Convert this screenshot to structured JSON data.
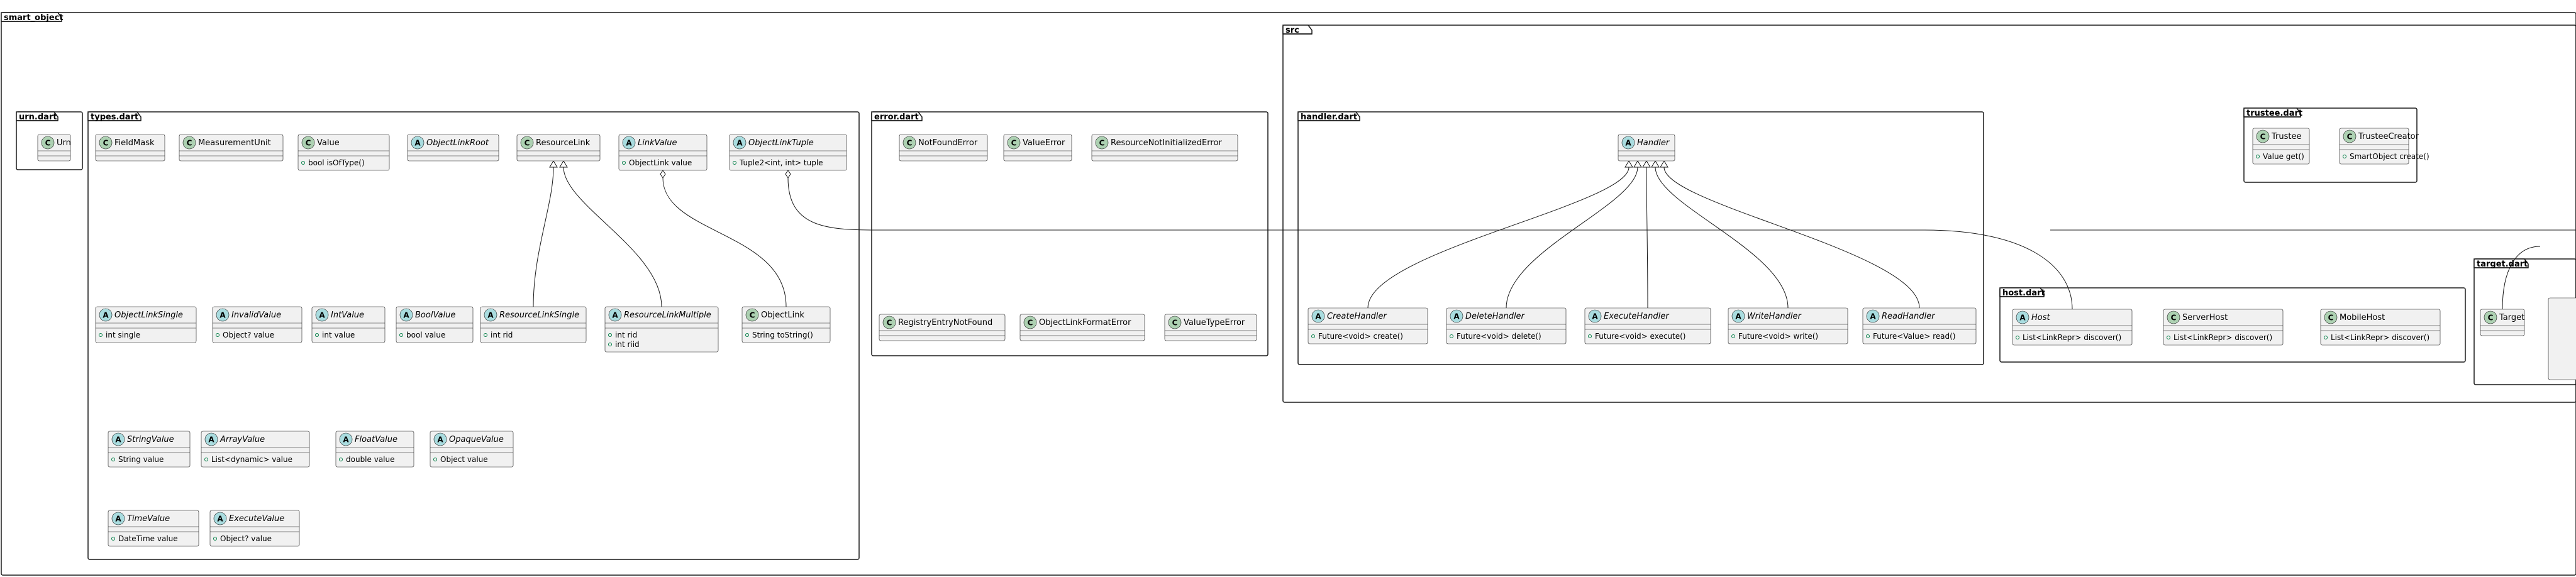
{
  "packages": {
    "smart_object": "smart_object",
    "urn": "urn.dart",
    "types": "types.dart",
    "error": "error.dart",
    "src": "src",
    "handler": "handler.dart",
    "trustee": "trustee.dart",
    "host": "host.dart",
    "target": "target.dart"
  },
  "classes": [
    {
      "id": "Urn",
      "name": "Urn",
      "kind": "C",
      "members": []
    },
    {
      "id": "FieldMask",
      "name": "FieldMask",
      "kind": "C",
      "members": []
    },
    {
      "id": "MeasurementUnit",
      "name": "MeasurementUnit",
      "kind": "C",
      "members": []
    },
    {
      "id": "Value",
      "name": "Value",
      "kind": "C",
      "members": [
        "bool isOfType()"
      ]
    },
    {
      "id": "ObjectLinkRoot",
      "name": "ObjectLinkRoot",
      "kind": "A",
      "members": []
    },
    {
      "id": "ResourceLink",
      "name": "ResourceLink",
      "kind": "C",
      "members": []
    },
    {
      "id": "LinkValue",
      "name": "LinkValue",
      "kind": "A",
      "members": [
        "ObjectLink value"
      ]
    },
    {
      "id": "ObjectLinkTuple",
      "name": "ObjectLinkTuple",
      "kind": "A",
      "members": [
        "Tuple2<int, int> tuple"
      ]
    },
    {
      "id": "ObjectLinkSingle",
      "name": "ObjectLinkSingle",
      "kind": "A",
      "members": [
        "int single"
      ]
    },
    {
      "id": "InvalidValue",
      "name": "InvalidValue",
      "kind": "A",
      "members": [
        "Object? value"
      ]
    },
    {
      "id": "IntValue",
      "name": "IntValue",
      "kind": "A",
      "members": [
        "int value"
      ]
    },
    {
      "id": "BoolValue",
      "name": "BoolValue",
      "kind": "A",
      "members": [
        "bool value"
      ]
    },
    {
      "id": "ResourceLinkSingle",
      "name": "ResourceLinkSingle",
      "kind": "A",
      "members": [
        "int rid"
      ]
    },
    {
      "id": "ResourceLinkMultiple",
      "name": "ResourceLinkMultiple",
      "kind": "A",
      "members": [
        "int rid",
        "int riid"
      ]
    },
    {
      "id": "ObjectLink",
      "name": "ObjectLink",
      "kind": "C",
      "members": [
        "String toString()"
      ]
    },
    {
      "id": "StringValue",
      "name": "StringValue",
      "kind": "A",
      "members": [
        "String value"
      ]
    },
    {
      "id": "ArrayValue",
      "name": "ArrayValue",
      "kind": "A",
      "members": [
        "List<dynamic> value"
      ]
    },
    {
      "id": "FloatValue",
      "name": "FloatValue",
      "kind": "A",
      "members": [
        "double value"
      ]
    },
    {
      "id": "OpaqueValue",
      "name": "OpaqueValue",
      "kind": "A",
      "members": [
        "Object value"
      ]
    },
    {
      "id": "TimeValue",
      "name": "TimeValue",
      "kind": "A",
      "members": [
        "DateTime value"
      ]
    },
    {
      "id": "ExecuteValue",
      "name": "ExecuteValue",
      "kind": "A",
      "members": [
        "Object? value"
      ]
    },
    {
      "id": "NotFoundError",
      "name": "NotFoundError",
      "kind": "C",
      "members": []
    },
    {
      "id": "ValueError",
      "name": "ValueError",
      "kind": "C",
      "members": []
    },
    {
      "id": "ResourceNotInitializedError",
      "name": "ResourceNotInitializedError",
      "kind": "C",
      "members": []
    },
    {
      "id": "RegistryEntryNotFound",
      "name": "RegistryEntryNotFound",
      "kind": "C",
      "members": []
    },
    {
      "id": "ObjectLinkFormatError",
      "name": "ObjectLinkFormatError",
      "kind": "C",
      "members": []
    },
    {
      "id": "ValueTypeError",
      "name": "ValueTypeError",
      "kind": "C",
      "members": []
    },
    {
      "id": "Handler",
      "name": "Handler",
      "kind": "A",
      "members": []
    },
    {
      "id": "CreateHandler",
      "name": "CreateHandler",
      "kind": "A",
      "members": [
        "Future<void> create()"
      ]
    },
    {
      "id": "DeleteHandler",
      "name": "DeleteHandler",
      "kind": "A",
      "members": [
        "Future<void> delete()"
      ]
    },
    {
      "id": "ExecuteHandler",
      "name": "ExecuteHandler",
      "kind": "A",
      "members": [
        "Future<void> execute()"
      ]
    },
    {
      "id": "WriteHandler",
      "name": "WriteHandler",
      "kind": "A",
      "members": [
        "Future<void> write()"
      ]
    },
    {
      "id": "ReadHandler",
      "name": "ReadHandler",
      "kind": "A",
      "members": [
        "Future<Value> read()"
      ]
    },
    {
      "id": "Trustee",
      "name": "Trustee",
      "kind": "C",
      "members": [
        "Value get()"
      ]
    },
    {
      "id": "TrusteeCreator",
      "name": "TrusteeCreator",
      "kind": "C",
      "members": [
        "SmartObject create()"
      ]
    },
    {
      "id": "Host",
      "name": "Host",
      "kind": "A",
      "members": [
        "List<LinkRepr> discover()"
      ]
    },
    {
      "id": "ServerHost",
      "name": "ServerHost",
      "kind": "C",
      "members": [
        "List<LinkRepr> discover()"
      ]
    },
    {
      "id": "MobileHost",
      "name": "MobileHost",
      "kind": "C",
      "members": [
        "List<LinkRepr> discover()"
      ]
    },
    {
      "id": "Target",
      "name": "Target",
      "kind": "C",
      "members": []
    }
  ],
  "relations": [
    {
      "type": "extends",
      "from": "ResourceLinkSingle",
      "to": "ResourceLink"
    },
    {
      "type": "extends",
      "from": "ResourceLinkMultiple",
      "to": "ResourceLink"
    },
    {
      "type": "aggregation",
      "from": "ObjectLink",
      "to": "LinkValue"
    },
    {
      "type": "aggregation",
      "from": "ObjectLinkTuple",
      "to": "Host"
    },
    {
      "type": "extends",
      "from": "CreateHandler",
      "to": "Handler"
    },
    {
      "type": "extends",
      "from": "DeleteHandler",
      "to": "Handler"
    },
    {
      "type": "extends",
      "from": "ExecuteHandler",
      "to": "Handler"
    },
    {
      "type": "extends",
      "from": "WriteHandler",
      "to": "Handler"
    },
    {
      "type": "extends",
      "from": "ReadHandler",
      "to": "Handler"
    }
  ],
  "colors": {
    "class_badge": "#ADD1B2",
    "abstract_badge": "#A9DCDF",
    "class_fill": "#F1F1F1",
    "border": "#181818",
    "visibility_public": "#038048"
  }
}
